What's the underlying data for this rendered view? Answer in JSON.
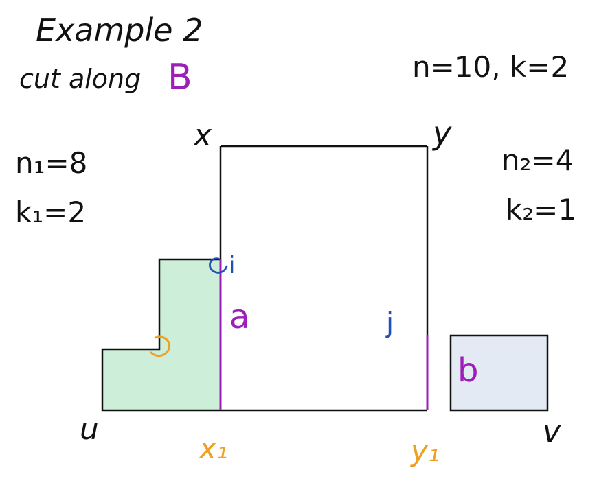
{
  "heading": {
    "title": "Example 2",
    "subtitle_prefix": "cut along",
    "cut_letter": "B"
  },
  "params": {
    "total": "n=10, k=2",
    "left_n": "n₁=8",
    "left_k": "k₁=2",
    "right_n": "n₂=4",
    "right_k": "k₂=1"
  },
  "vertices": {
    "x": "x",
    "y": "y",
    "u": "u",
    "v": "v",
    "x1": "x₁",
    "y1": "y₁"
  },
  "markers": {
    "i": "i",
    "j": "j"
  },
  "segments": {
    "a": "a",
    "b": "b"
  },
  "colors": {
    "ink": "#111111",
    "purple": "#9b1fb8",
    "orange": "#f0a020",
    "blue": "#2050b8",
    "green_fill": "#cdeed9",
    "blue_fill": "#e4eaf3"
  }
}
